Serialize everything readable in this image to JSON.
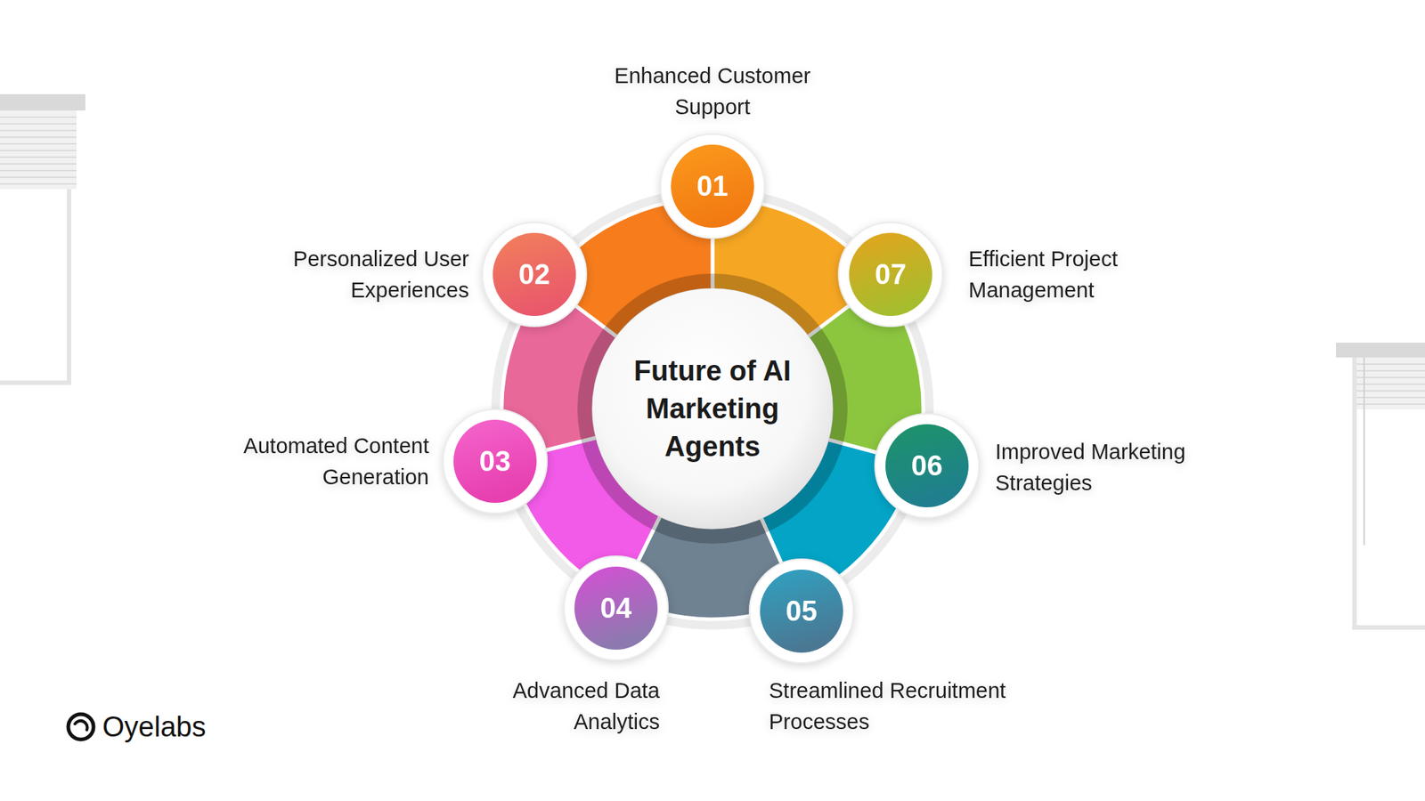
{
  "diagram": {
    "nodes": [
      {
        "text": [
          "Future of AI Marketing Agents"
        ]
      },
      {
        "text": [
          "01",
          "Enhanced Customer Support"
        ]
      },
      {
        "text": [
          "02",
          "Personalized User Experiences"
        ]
      },
      {
        "text": [
          "03",
          "Automated Content Generation"
        ]
      },
      {
        "text": [
          "04",
          "Advanced Data Analytics"
        ]
      },
      {
        "text": [
          "05",
          "Streamlined Recruitment Processes"
        ]
      },
      {
        "text": [
          "06",
          "Improved Marketing Strategies"
        ]
      },
      {
        "text": [
          "07",
          "Efficient Project Management"
        ]
      }
    ],
    "labels": [
      "Oyelabs"
    ]
  }
}
